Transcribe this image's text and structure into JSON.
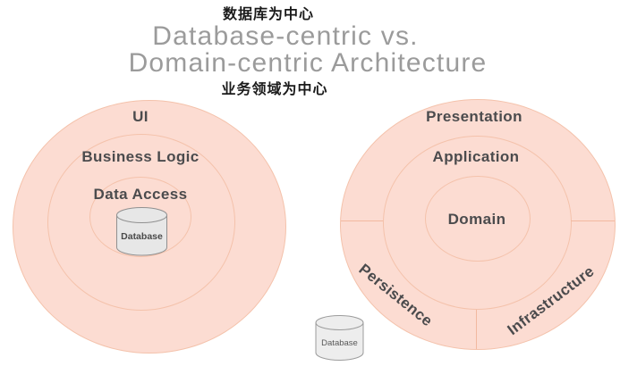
{
  "header": {
    "zh_top": "数据库为中心",
    "title_line1": "Database-centric vs.",
    "title_line2": "Domain-centric Architecture",
    "zh_bottom": "业务领域为中心"
  },
  "left_diagram": {
    "name": "database-centric-architecture",
    "ring_ui": "UI",
    "ring_business_logic": "Business Logic",
    "ring_data_access": "Data Access",
    "database_label": "Database"
  },
  "right_diagram": {
    "name": "domain-centric-architecture",
    "ring_presentation": "Presentation",
    "ring_application": "Application",
    "ring_domain": "Domain",
    "segment_persistence": "Persistence",
    "segment_infrastructure": "Infrastructure",
    "database_label": "Database"
  },
  "colors": {
    "circle_fill": "#fcdcd2",
    "circle_stroke": "#f4c2ab",
    "ring_label_text": "#4b4b4d",
    "title_text": "#9b9b9b",
    "chinese_text": "#1a1a1a",
    "cylinder_fill": "#e7e7e7",
    "cylinder_stroke": "#909090"
  }
}
